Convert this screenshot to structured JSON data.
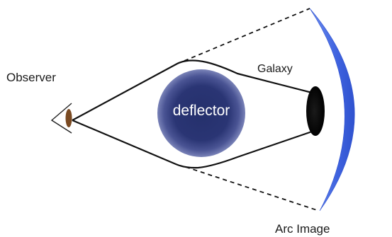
{
  "labels": {
    "observer": "Observer",
    "galaxy": "Galaxy",
    "deflector": "deflector",
    "arc_image": "Arc Image"
  },
  "colors": {
    "line": "#111111",
    "deflector_core": "#25306c",
    "deflector_edge": "#7a83b8",
    "arc": "#3f63df",
    "galaxy": "#0a0a0a",
    "eye": "#7a4a22",
    "text": "#1a1a1a"
  },
  "icons": {
    "observer": "eye-icon",
    "galaxy": "galaxy-icon",
    "deflector": "deflector-mass-icon",
    "arc": "arc-image-icon"
  }
}
